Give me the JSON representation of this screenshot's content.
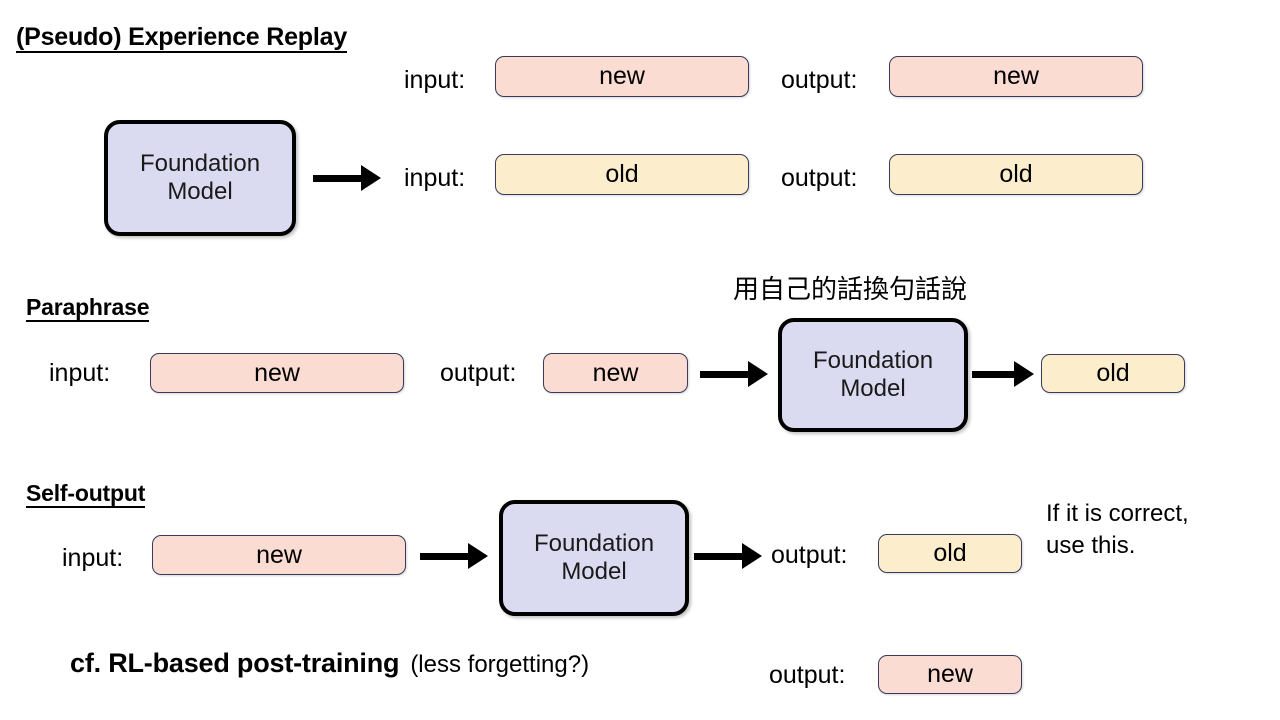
{
  "slide": {
    "title": "(Pseudo) Experience Replay",
    "background": "#ffffff"
  },
  "colors": {
    "chip_new_fill": "#fadcd3",
    "chip_old_fill": "#fceecd",
    "chip_border": "#3a3a5a",
    "model_fill": "#dadbf0",
    "model_border": "#000000",
    "text": "#000000"
  },
  "sections": {
    "replay": {
      "heading": "(Pseudo) Experience Replay",
      "model_line1": "Foundation",
      "model_line2": "Model",
      "rows": [
        {
          "input_label": "input:",
          "input_value": "new",
          "input_kind": "new",
          "output_label": "output:",
          "output_value": "new",
          "output_kind": "new"
        },
        {
          "input_label": "input:",
          "input_value": "old",
          "input_kind": "old",
          "output_label": "output:",
          "output_value": "old",
          "output_kind": "old"
        }
      ]
    },
    "paraphrase": {
      "heading": "Paraphrase",
      "note_cjk": "用自己的話換句話說",
      "input_label": "input:",
      "input_value": "new",
      "output_label": "output:",
      "output_value": "new",
      "model_line1": "Foundation",
      "model_line2": "Model",
      "result_value": "old"
    },
    "self_output": {
      "heading": "Self-output",
      "input_label": "input:",
      "input_value": "new",
      "model_line1": "Foundation",
      "model_line2": "Model",
      "output_label": "output:",
      "output_value": "old",
      "side_note_line1": "If it is correct,",
      "side_note_line2": "use this."
    },
    "footer": {
      "bold_text": "cf. RL-based post-training",
      "paren_text": "(less forgetting?)",
      "output_label": "output:",
      "output_value": "new"
    }
  }
}
